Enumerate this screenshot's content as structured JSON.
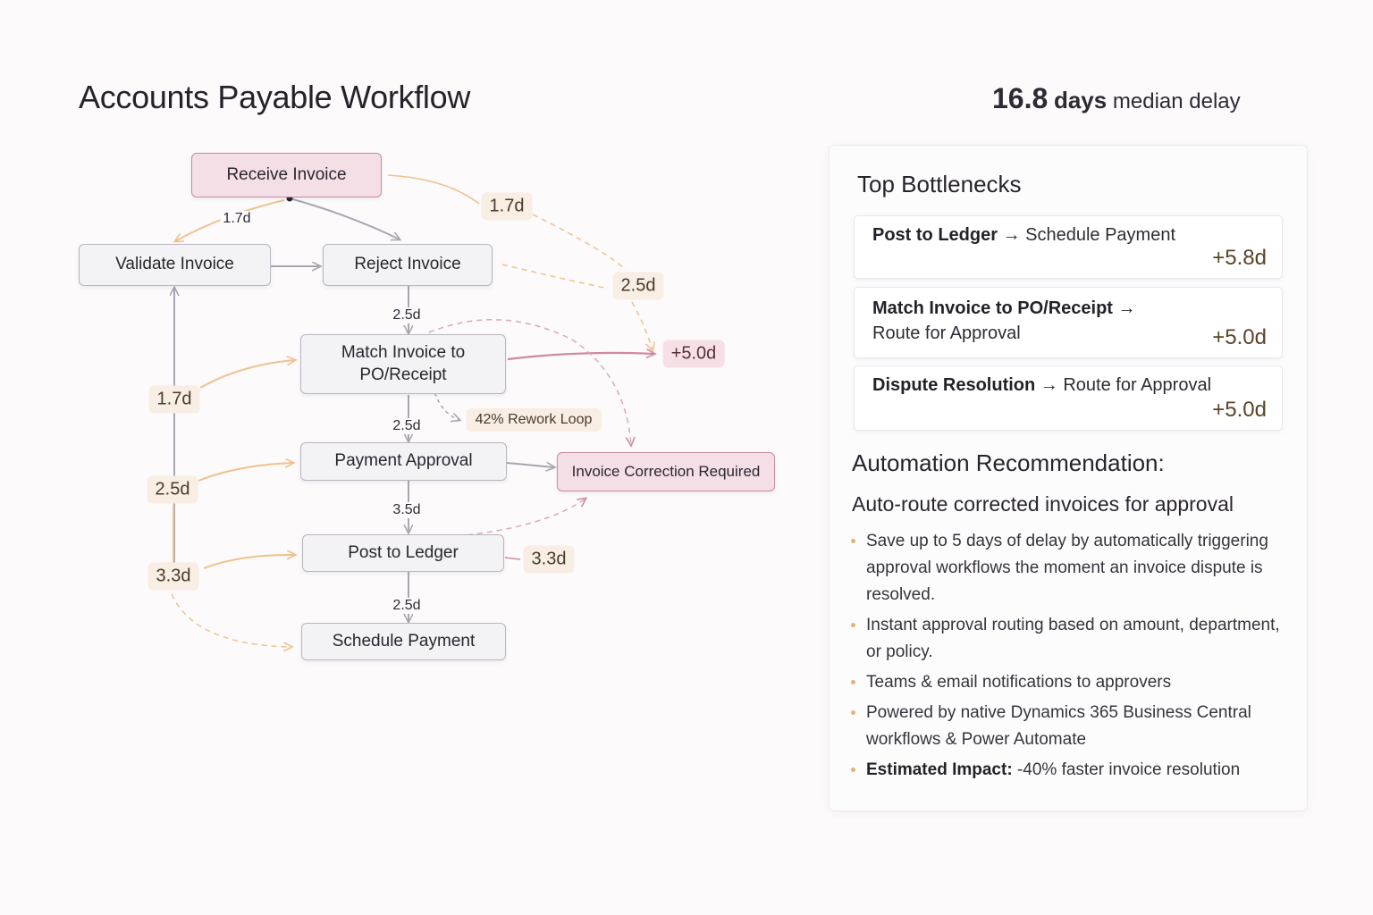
{
  "header": {
    "title": "Accounts Payable Workflow",
    "metric_value": "16.8",
    "metric_unit": "days",
    "metric_label": "median delay"
  },
  "diagram": {
    "nodes": {
      "receive": "Receive Invoice",
      "validate": "Validate Invoice",
      "reject": "Reject Invoice",
      "match": "Match Invoice to PO/Receipt",
      "payment_approval": "Payment Approval",
      "correction": "Invoice Correction Required",
      "post": "Post to Ledger",
      "schedule": "Schedule Payment"
    },
    "edge_labels": {
      "receive_validate": "1.7d",
      "reject_match": "2.5d",
      "match_approval": "2.5d",
      "approval_post": "3.5d",
      "post_schedule": "2.5d"
    },
    "pills": {
      "receive_side": "1.7d",
      "reject_side": "2.5d",
      "match_delta": "+5.0d",
      "rework": "42% Rework Loop",
      "left_1": "1.7d",
      "left_2": "2.5d",
      "left_3": "3.3d",
      "post_side": "3.3d"
    },
    "colors": {
      "gray_edge": "#a9a6b0",
      "orange_edge": "#eec28e",
      "pink_edge": "#cf8aa2",
      "pink_node": "#f5dfe6",
      "gray_node": "#f3f2f5"
    }
  },
  "panel": {
    "heading": "Top Bottlenecks",
    "bottlenecks": [
      {
        "from": "Post to Ledger",
        "arrow": "→",
        "to": "Schedule Payment",
        "delta": "+5.8d"
      },
      {
        "from": "Match Invoice to PO/Receipt",
        "arrow": "→",
        "to": "Route for Approval",
        "delta": "+5.0d"
      },
      {
        "from": "Dispute Resolution",
        "arrow": "→",
        "to": "Route for Approval",
        "delta": "+5.0d"
      }
    ],
    "recommendation_heading": "Automation Recommendation:",
    "recommendation_title": "Auto-route corrected invoices for approval",
    "bullets": [
      {
        "text": "Save up to 5 days of delay by automatically triggering approval workflows the moment an invoice dispute is resolved."
      },
      {
        "text": "Instant approval routing based on amount, department, or policy."
      },
      {
        "text": "Teams & email notifications to approvers"
      },
      {
        "text": "Powered by native Dynamics 365 Business Central workflows & Power Automate"
      },
      {
        "strong": "Estimated Impact:",
        "text": " -40% faster invoice resolution"
      }
    ]
  }
}
